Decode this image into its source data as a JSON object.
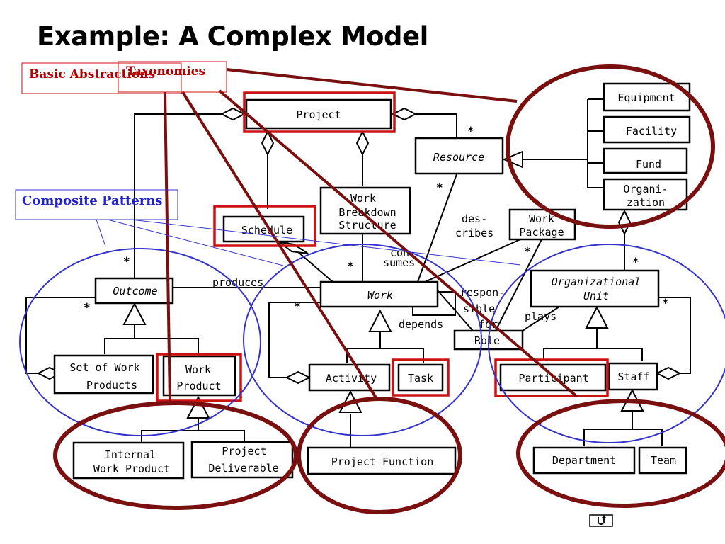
{
  "title": "Example: A Complex Model",
  "callouts": {
    "basic_abstractions": "Basic Abstractions",
    "taxonomies": "Taxonomies",
    "composite_patterns": "Composite Patterns"
  },
  "classes": {
    "project": "Project",
    "resource": "Resource",
    "equipment": "Equipment",
    "facility": "Facility",
    "fund": "Fund",
    "organization_1": "Organi-",
    "organization_2": "zation",
    "schedule": "Schedule",
    "wbs_1": "Work",
    "wbs_2": "Breakdown",
    "wbs_3": "Structure",
    "work_package_1": "Work",
    "work_package_2": "Package",
    "outcome": "Outcome",
    "work": "Work",
    "org_unit_1": "Organizational",
    "org_unit_2": "Unit",
    "role": "Role",
    "set_of_work_1": "Set of Work",
    "set_of_work_2": "Products",
    "work_product_1": "Work",
    "work_product_2": "Product",
    "activity": "Activity",
    "task": "Task",
    "participant": "Participant",
    "staff": "Staff",
    "internal_1": "Internal",
    "internal_2": "Work Product",
    "deliverable_1": "Project",
    "deliverable_2": "Deliverable",
    "project_function": "Project Function",
    "department": "Department",
    "team": "Team"
  },
  "associations": {
    "produces": "produces",
    "describes_1": "des-",
    "describes_2": "cribes",
    "consumes_1": "con-",
    "consumes_2": "sumes",
    "responsible_1": "respon-",
    "responsible_2": "sible",
    "responsible_3": "for",
    "depends": "depends",
    "plays": "plays",
    "star": "*"
  },
  "nav_icon": "return-arrow-icon"
}
